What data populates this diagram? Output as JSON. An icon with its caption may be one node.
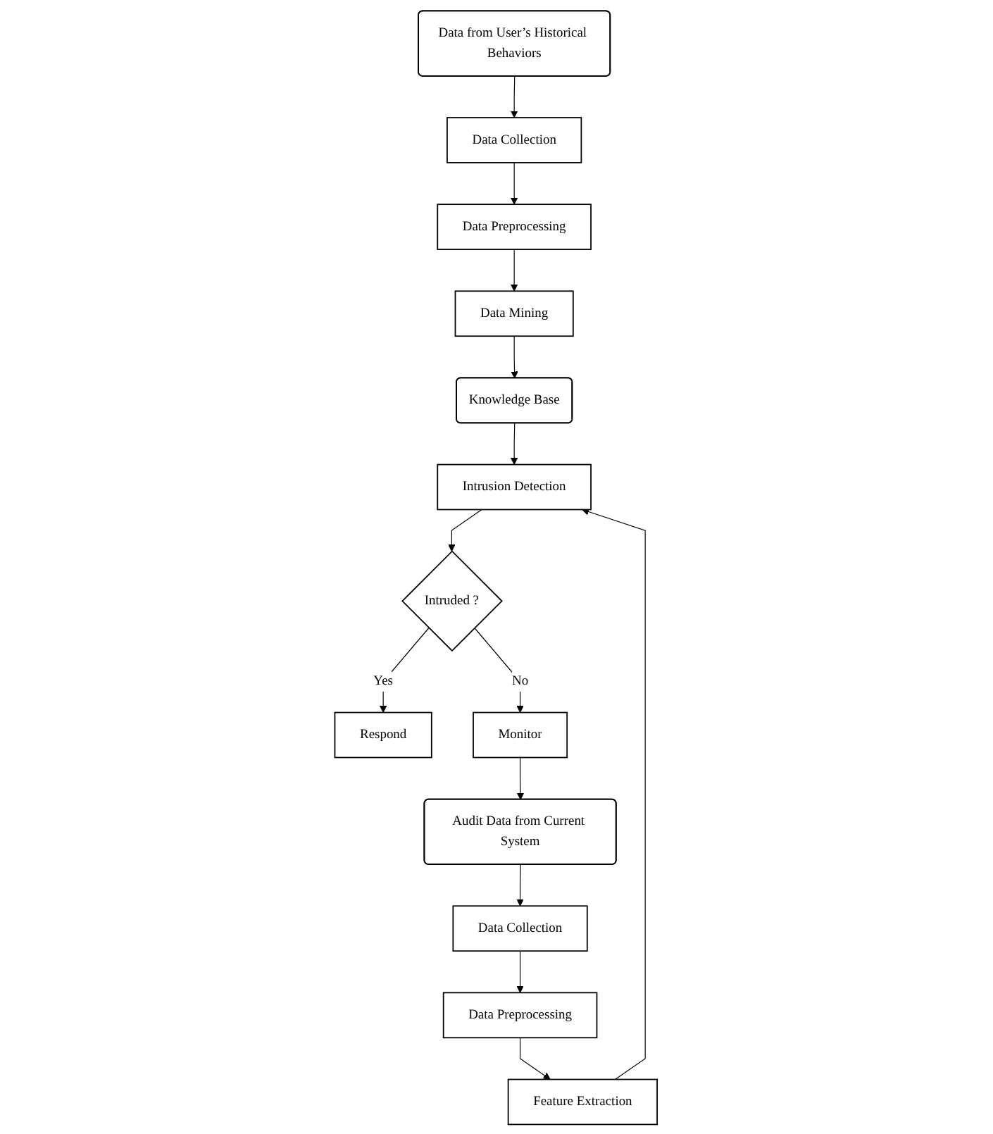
{
  "diagram": {
    "nodes": [
      {
        "text": [
          "Data from User’s Historical Behaviors"
        ]
      },
      {
        "text": [
          "Data Collection"
        ]
      },
      {
        "text": [
          "Data Preprocessing"
        ]
      },
      {
        "text": [
          "Data Mining"
        ]
      },
      {
        "text": [
          "Knowledge Base"
        ]
      },
      {
        "text": [
          "Audit Data from Current System"
        ]
      },
      {
        "text": [
          "Data Collection"
        ]
      },
      {
        "text": [
          "Data Preprocessing"
        ]
      },
      {
        "text": [
          "Feature Extraction"
        ]
      },
      {
        "text": [
          "Intrusion Detection"
        ]
      },
      {
        "text": [
          "Intruded ?"
        ]
      },
      {
        "text": [
          "Respond"
        ]
      },
      {
        "text": [
          "Monitor"
        ]
      }
    ],
    "edges": [
      {
        "from": 0,
        "to": 1,
        "arrow": "to"
      },
      {
        "from": 1,
        "to": 2,
        "arrow": "to"
      },
      {
        "from": 2,
        "to": 3,
        "arrow": "to"
      },
      {
        "from": 3,
        "to": 4,
        "arrow": "to"
      },
      {
        "from": 4,
        "to": 9,
        "arrow": "to"
      },
      {
        "from": 5,
        "to": 6,
        "arrow": "to"
      },
      {
        "from": 6,
        "to": 7,
        "arrow": "to"
      },
      {
        "from": 7,
        "to": 8,
        "arrow": "to"
      },
      {
        "from": 8,
        "to": 9,
        "arrow": "to"
      },
      {
        "from": 9,
        "to": 10,
        "arrow": "to"
      },
      {
        "from": 10,
        "to": 11,
        "label": "Yes",
        "arrow": "to"
      },
      {
        "from": 10,
        "to": 12,
        "label": "No",
        "arrow": "to"
      },
      {
        "from": 12,
        "to": 5,
        "arrow": "to"
      }
    ]
  }
}
